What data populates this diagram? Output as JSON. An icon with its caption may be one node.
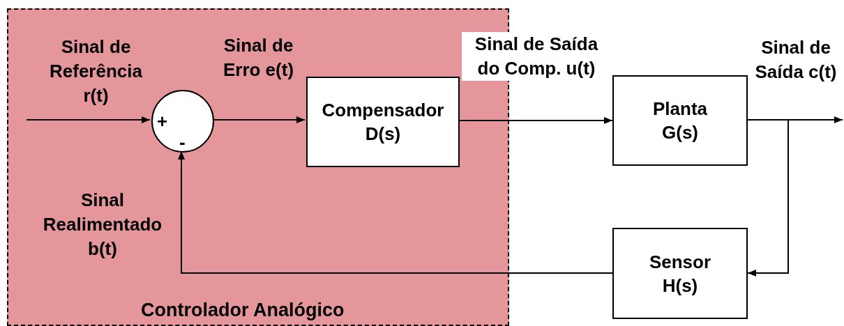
{
  "diagram": {
    "nodes": [
      {
        "text": [
          "Controlador Analógico"
        ]
      },
      {
        "text": [
          "+",
          "-"
        ],
        "in": 0
      },
      {
        "text": [
          "Compensador",
          "D(s)"
        ],
        "in": 0
      },
      {
        "text": [
          "Planta",
          "G(s)"
        ]
      },
      {
        "text": [
          "Sensor",
          "H(s)"
        ]
      }
    ],
    "edges": [
      {
        "from": null,
        "to": 1,
        "arrow": "to",
        "label": "Sinal de Referência r(t)"
      },
      {
        "from": 1,
        "to": 2,
        "arrow": "to",
        "label": "Sinal de Erro e(t)"
      },
      {
        "from": 2,
        "to": 3,
        "arrow": "to",
        "label": "Sinal de Saída do Comp. u(t)"
      },
      {
        "from": 3,
        "to": null,
        "arrow": "to",
        "label": "Sinal de Saída c(t)"
      },
      {
        "from": 3,
        "to": 4,
        "arrow": "to"
      },
      {
        "from": 4,
        "to": 1,
        "arrow": "to",
        "label": "Sinal Realimentado b(t)"
      }
    ]
  }
}
